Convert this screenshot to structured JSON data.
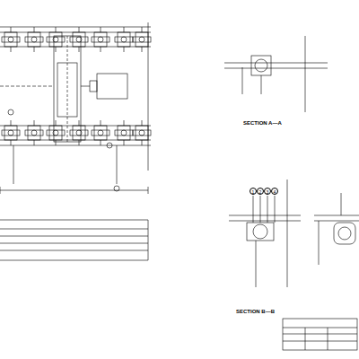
{
  "diagram": {
    "labels": [
      "SECTION A—A",
      "SECTION B—B",
      "1",
      "2",
      "3",
      "4"
    ]
  }
}
